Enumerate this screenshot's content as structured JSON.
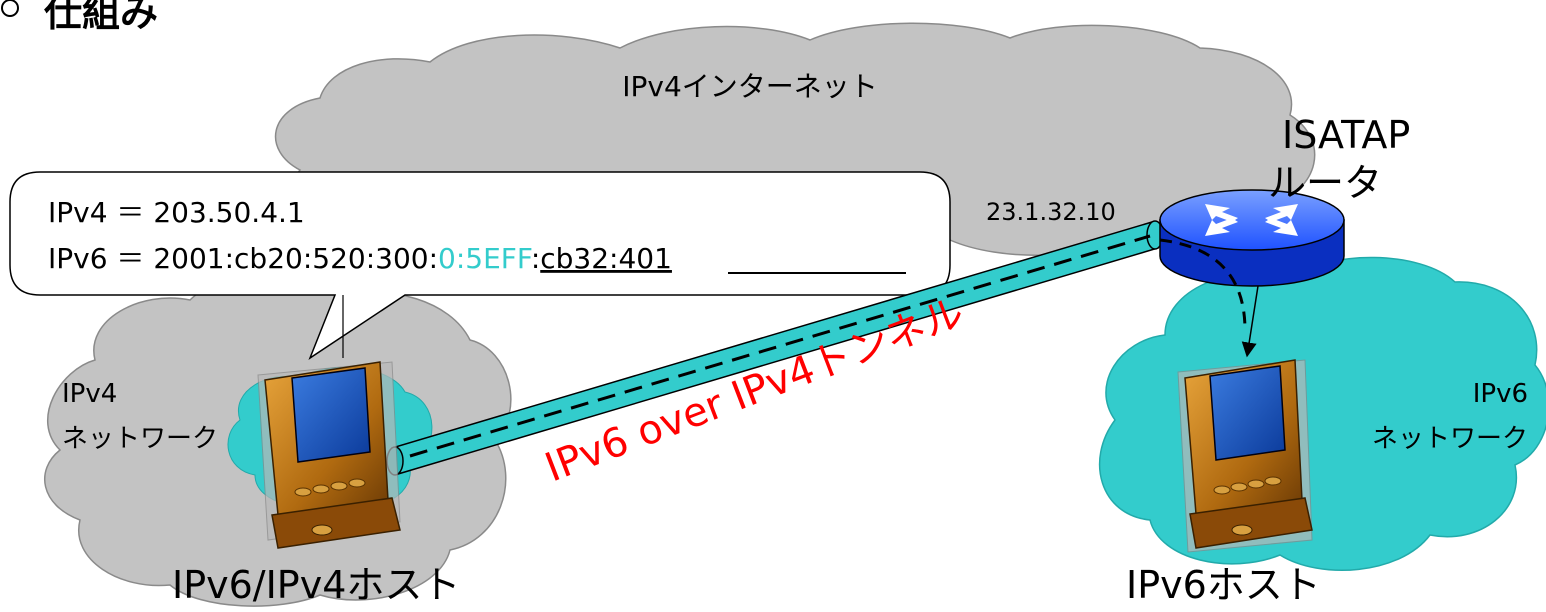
{
  "title": "仕組み",
  "labels": {
    "internet": "IPv4インターネット",
    "router_line1": "ISATAP",
    "router_line2": "ルータ",
    "router_ip": "23.1.32.10",
    "ipv4_net_line1": "IPv4",
    "ipv4_net_line2": "ネットワーク",
    "ipv6_net_line1": "IPv6",
    "ipv6_net_line2": "ネットワーク",
    "tunnel": "IPv6 over IPv4トンネル",
    "left_host": "IPv6/IPv4ホスト",
    "right_host": "IPv6ホスト"
  },
  "callout": {
    "ipv4_line": "IPv4 ＝ 203.50.4.1",
    "ipv6_prefix": "IPv6 ＝ 2001:cb20:520:300:",
    "ipv6_isatap": "0:5EFF",
    "ipv6_sep": ":",
    "ipv6_suffix": "cb32:401"
  },
  "colors": {
    "cloud_gray": "#c3c3c3",
    "ipv6_cloud": "#33cccc",
    "tunnel": "#33cccc",
    "tunnel_text": "#ff0000",
    "isatap_highlight": "#33cccc",
    "router": "#1f52ff"
  },
  "icons": {
    "router": "router-icon",
    "left_host": "pda-icon",
    "right_host": "pda-icon"
  }
}
